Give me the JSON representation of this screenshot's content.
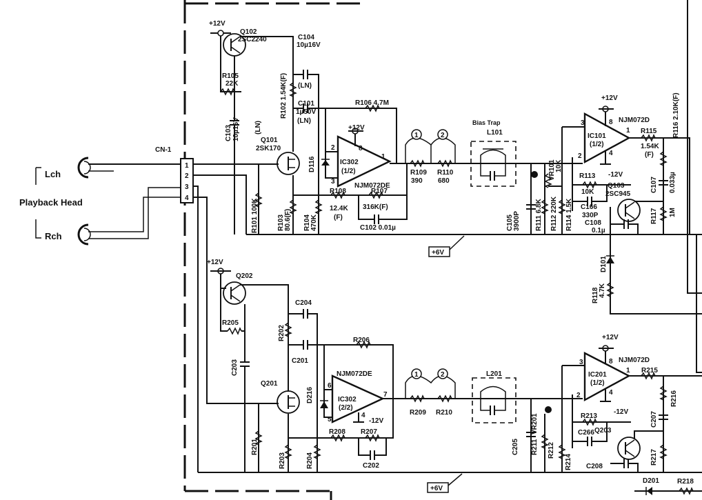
{
  "head": {
    "lch": "Lch",
    "rch": "Rch",
    "title": "Playback Head",
    "connector": "CN-1",
    "pins": [
      "1",
      "2",
      "3",
      "4"
    ]
  },
  "top": {
    "v12a": "+12V",
    "q102": "Q102",
    "q102_type": "2SC2240",
    "c104": "C104",
    "c104_val": "10µ16V",
    "c104_ln": "(LN)",
    "r105": "R105",
    "r105_val": "22K",
    "r102": "R102 1.54K(F)",
    "c101": "C101",
    "c101_val": "1µ50V",
    "c101_ln": "(LN)",
    "c103": "C103",
    "c103_val": "10µ16V",
    "c103_ln": "(LN)",
    "r106": "R106 4.7M",
    "v12b": "+12V",
    "q101": "Q101",
    "q101_type": "2SK170",
    "d116": "D116",
    "pin2": "2",
    "pin8": "8",
    "ic302": "IC302",
    "ic302_half": "(1/2)",
    "pin1": "1",
    "pin3": "3",
    "njm072de": "NJM072DE",
    "r108": "R108",
    "r108_val": "12.4K",
    "r108_f": "(F)",
    "r107": "R107",
    "r107_val": "316K(F)",
    "c102": "C102 0.01µ",
    "r101": "R101 100K",
    "r103": "R103",
    "r103_val": "80.6(F)",
    "r104": "R104",
    "r104_val": "470K",
    "tp1": "1",
    "tp2": "2",
    "r109": "R109",
    "r109_val": "390",
    "r110": "R110",
    "r110_val": "680",
    "bias_trap": "Bias Trap",
    "l101": "L101",
    "c105": "C105",
    "c105_val": "3900P",
    "r111": "R111 6.8K",
    "r112": "R112 220K",
    "vr101": "VR101",
    "vr101_val": "10K",
    "r114": "R114 1.5K",
    "v12c": "+12V",
    "ic101_pin8": "8",
    "njm072d": "NJM072D",
    "ic101_pin3": "3",
    "ic101": "IC101",
    "ic101_half": "(1/2)",
    "ic101_pin1": "1",
    "ic101_pin2": "2",
    "ic101_pin4": "4",
    "r115": "R115",
    "r115_val": "1.54K",
    "r115_f": "(F)",
    "r116": "R116 2.10K(F)",
    "vneg12": "-12V",
    "r113": "R113",
    "r113_val": "10K",
    "q103": "Q103",
    "q103_type": "2SC945",
    "c166": "C166",
    "c166_val": "330P",
    "c108": "C108",
    "c108_val": "0.1µ",
    "c107": "C107",
    "c107_val": "0.033µ",
    "r117": "R117",
    "r117_val": "1M",
    "v6": "+6V",
    "d101": "D101",
    "r118": "R118",
    "r118_val": "4.7K"
  },
  "bottom": {
    "v12a": "+12V",
    "q202": "Q202",
    "c204": "C204",
    "r205": "R205",
    "r202": "R202",
    "c201": "C201",
    "r206": "R206",
    "c203": "C203",
    "q201": "Q201",
    "njm072de": "NJM072DE",
    "pin6": "6",
    "pin7": "7",
    "ic302": "IC302",
    "ic302_half": "(2/2)",
    "d216": "D216",
    "pin5": "5",
    "pin4": "4",
    "vneg12a": "-12V",
    "tp1": "1",
    "tp2": "2",
    "r209": "R209",
    "r210": "R210",
    "l201": "L201",
    "c205": "C205",
    "r211": "R211",
    "vr201": "VR201",
    "r212": "R212",
    "r214": "R214",
    "v12b": "+12V",
    "ic201_pin8": "8",
    "njm072d": "NJM072D",
    "ic201_pin3": "3",
    "ic201": "IC201",
    "ic201_half": "(1/2)",
    "ic201_pin1": "1",
    "r215": "R215",
    "r216": "R216",
    "ic201_pin2": "2",
    "ic201_pin4": "4",
    "vneg12b": "-12V",
    "r213": "R213",
    "c266": "C266",
    "q203": "Q203",
    "c207": "C207",
    "r217": "R217",
    "c208": "C208",
    "r201": "R201",
    "r203": "R203",
    "r204": "R204",
    "r208": "R208",
    "r207": "R207",
    "c202": "C202",
    "v6": "+6V",
    "d201": "D201",
    "r218": "R218"
  }
}
